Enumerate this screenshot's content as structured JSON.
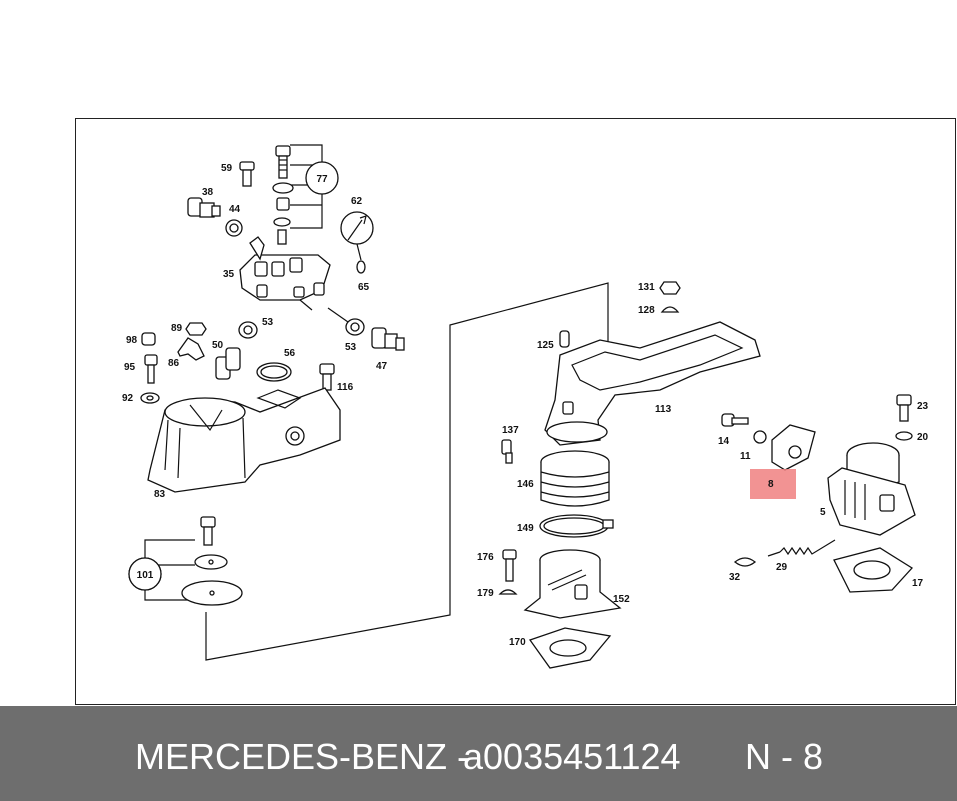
{
  "footer": {
    "brand": "MERCEDES-BENZ -",
    "part_number": "a0035451124",
    "reference": "N - 8"
  },
  "diagram": {
    "highlight_label": "8",
    "callouts_circled": [
      "77",
      "101"
    ],
    "labels": [
      "59",
      "38",
      "44",
      "62",
      "35",
      "65",
      "53",
      "98",
      "89",
      "50",
      "56",
      "53",
      "47",
      "95",
      "86",
      "116",
      "92",
      "83",
      "131",
      "128",
      "125",
      "113",
      "137",
      "14",
      "11",
      "23",
      "20",
      "146",
      "5",
      "149",
      "176",
      "179",
      "152",
      "32",
      "29",
      "17",
      "170"
    ]
  }
}
